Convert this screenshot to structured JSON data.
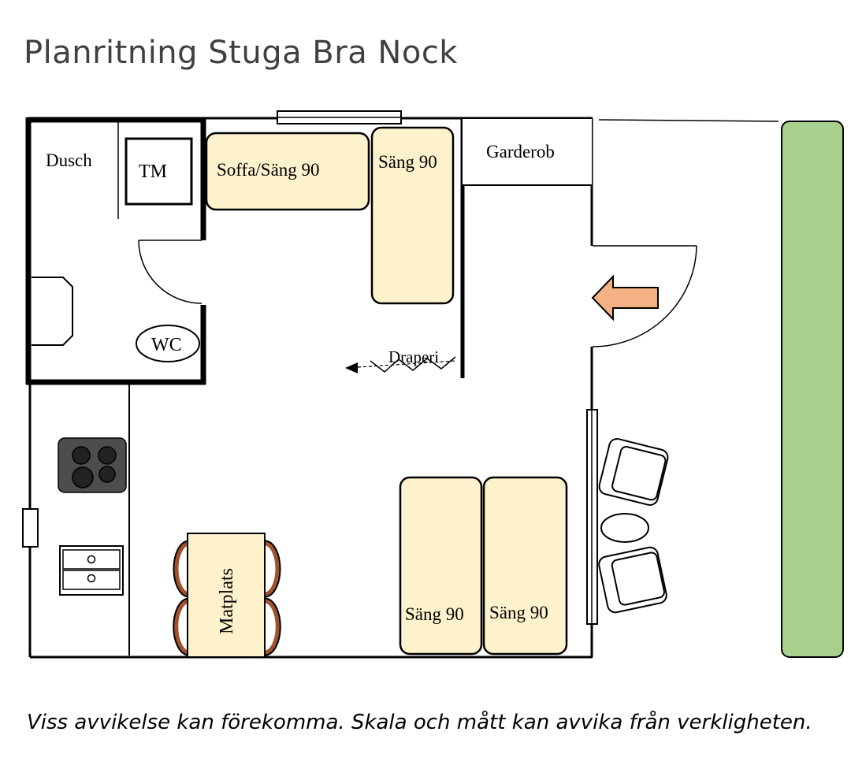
{
  "title": "Planritning Stuga Bra Nock",
  "rooms": {
    "shower": "Dusch",
    "washer": "TM",
    "toilet": "WC",
    "wardrobe": "Garderob",
    "curtain": "Draperi",
    "dining": "Matplats"
  },
  "beds": {
    "sofa_bed": "Soffa/Säng 90",
    "bed_top": "Säng 90",
    "bed_bottom_left": "Säng 90",
    "bed_bottom_right": "Säng 90"
  },
  "colors": {
    "furniture": "#fdf2cc",
    "hob": "#4d4d4d",
    "chair": "#a0522d",
    "entrance_arrow": "#f4b183",
    "grass": "#a8d08d"
  },
  "disclaimer": "Viss avvikelse kan förekomma. Skala och mått kan avvika från verkligheten."
}
